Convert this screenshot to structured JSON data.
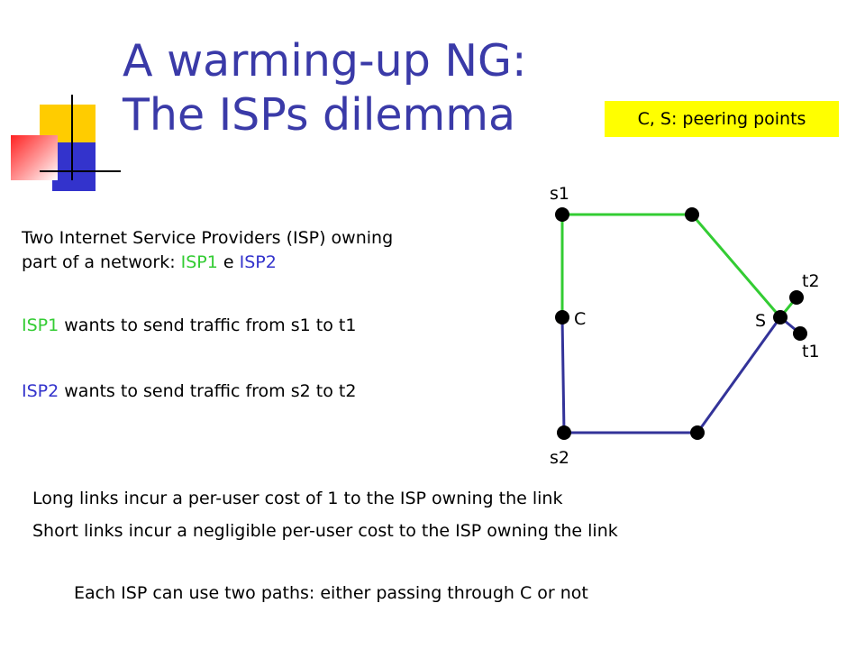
{
  "slide": {
    "title_line1": "A warming-up NG:",
    "title_line2": "The ISPs dilemma",
    "note": "C, S: peering points"
  },
  "description": {
    "line1": "Two Internet Service Providers (ISP) owning",
    "line2_prefix": "part of a network: ",
    "isp1": "ISP1",
    "line2_mid": " e ",
    "isp2": "ISP2",
    "isp1_wants_rest": " wants to send traffic from s1 to t1",
    "isp2_wants_rest": " wants to send traffic from s2 to t2"
  },
  "footer": {
    "long_links": "Long links incur a per-user cost of 1 to the ISP owning the link",
    "short_links": "Short links incur a negligible per-user cost to the ISP owning the link",
    "paths": "Each ISP can use two paths: either passing through C or not"
  },
  "graph": {
    "labels": {
      "s1": "s1",
      "s2": "s2",
      "t1": "t1",
      "t2": "t2",
      "c": "C",
      "s": "S"
    },
    "colors": {
      "isp1_link": "#33cc33",
      "isp2_link": "#333399",
      "node": "#000000"
    }
  }
}
